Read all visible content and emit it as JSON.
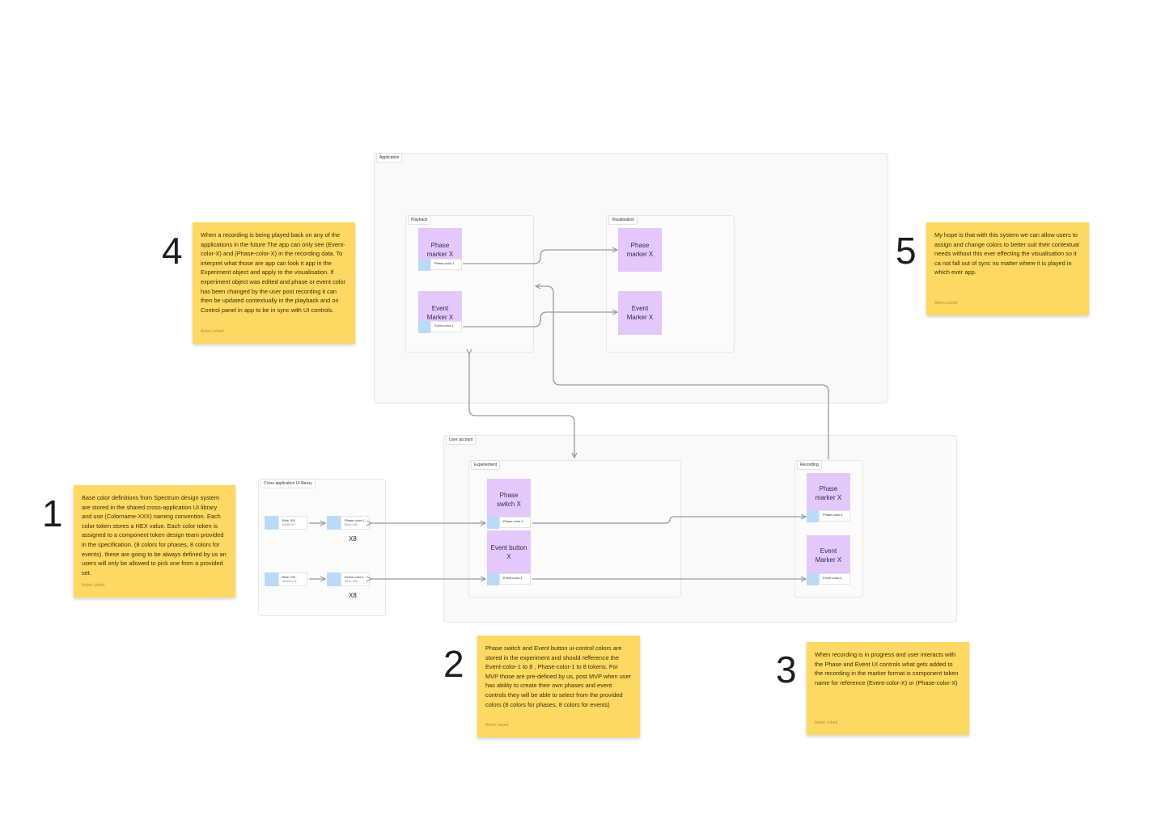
{
  "frames": {
    "application": "Application",
    "playback": "Playback",
    "visualisation": "Visualisation",
    "user_account": "User account",
    "experiement": "Experiement",
    "recording": "Recording",
    "library": "Cross application UI library"
  },
  "playback": {
    "phase_marker": "Phase marker X",
    "phase_token": "Phase-color-1",
    "event_marker": "Event Marker X",
    "event_token": "Event-color-1"
  },
  "visualisation": {
    "phase_marker": "Phase marker X",
    "event_marker": "Event Marker X"
  },
  "library": {
    "blue_300": "Blue-300",
    "blue_300_hex": "#A9D1F7",
    "phase_token": "Phase-color-1",
    "phase_token_sub": "Blue-300",
    "blue_700": "Blue-700",
    "blue_700_hex": "#0D5CC4",
    "event_token": "Event-color-1",
    "event_token_sub": "Blue-700",
    "multiplier_1": "X8",
    "multiplier_2": "X8"
  },
  "experiement": {
    "phase_switch": "Phase switch X",
    "phase_token": "Phase-color-1",
    "event_button": "Event button X",
    "event_token": "Event-color-1"
  },
  "recording": {
    "phase_marker": "Phase marker X",
    "phase_token": "Phase-color-1",
    "event_marker": "Event Marker X",
    "event_token": "Event-color-1"
  },
  "notes": {
    "n1": {
      "number": "1",
      "text": "Base color definitions from Spectrum design system are stored in the shared cross-application UI library and use (Colorname-XXX) naming convention. Each color token stores a HEX value. Each color token is assigned to a component token design team provided in the specification. (8 colors for phases, 8 colors for events). these are going to be always defined by us an users will only be allowed to pick one from a provided set.",
      "author": "Anton Lebed"
    },
    "n2": {
      "number": "2",
      "text": "Phase switch and Event button ui-control colors are stored in the experiment and should refference the Event-color-1 to 8 , Phase-color-1 to 8 tokens. For MVP those are pre-defined by us, post MVP when user has ability to create their own phases and event controls they will be able to select from the provided colors (8 colors for phases, 8 colors for events)",
      "author": "Anton Lebed"
    },
    "n3": {
      "number": "3",
      "text": "When recording is in progress and user interacts with the Phase and Event UI controls what gets added to the recording in the marker format is component token name for reference (Event-color-X) or (Phase-color-X)",
      "author": "Anton Lebed"
    },
    "n4": {
      "number": "4",
      "text": "When a recording is being played back on any of the applications in the future The app can only see (Event-color-X) and (Phase-color-X) in the recording data. To interpret what those are app can look it app in the Experiment object and apply to the visualisation. If experiment object was edited and phase or event color has been changed by the user post recording it can then be updated contextually in the playback and on Control panel in app to be in sync with UI controls.",
      "author": "Anton Lebed"
    },
    "n5": {
      "number": "5",
      "text": "My hope is that with this system we can allow users to assign and change colors to better suit their contextual needs without this ever effecting the visualisation so it ca not fall out of sync no matter where it is played in which ever app.",
      "author": "Anton Lebed"
    }
  },
  "colors": {
    "sticky_yellow": "#fdd862",
    "marker_purple": "#e3c8fb",
    "swatch_blue": "#b9daf9",
    "connector_gray": "#9a9a9a"
  }
}
